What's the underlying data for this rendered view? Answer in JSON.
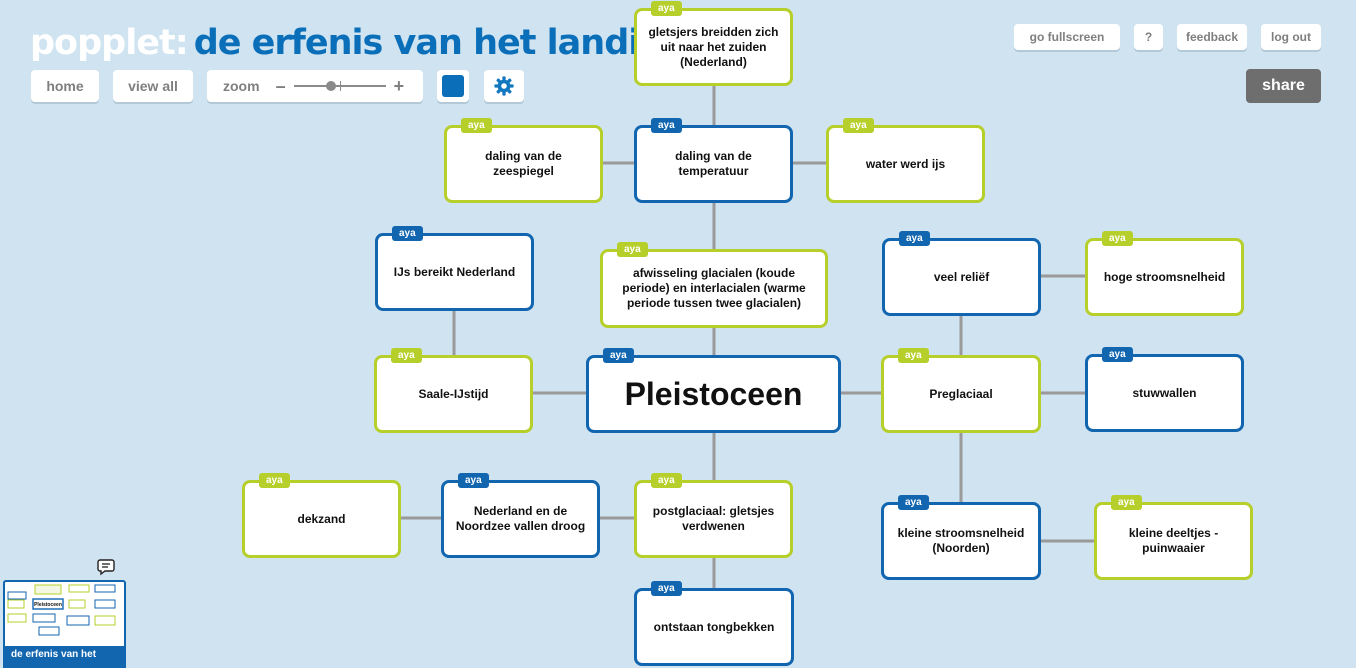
{
  "header": {
    "brand": "popplet",
    "colon": ":",
    "title": "de erfenis van het landijs"
  },
  "toolbar": {
    "home": "home",
    "view_all": "view all",
    "zoom_label": "zoom",
    "zoom_minus": "–",
    "zoom_plus": "+",
    "zoom_level": 0.4,
    "color_value": "#0a6fb8"
  },
  "top_right": {
    "fullscreen": "go fullscreen",
    "help": "?",
    "feedback": "feedback",
    "logout": "log out",
    "share": "share"
  },
  "colors": {
    "background": "#d0e3f1",
    "green": "#b6cf2b",
    "blue": "#1266b0"
  },
  "author": "aya",
  "popples": [
    {
      "id": "gletsjers",
      "text": "gletsjers breidden zich uit naar het zuiden (Nederland)",
      "color": "green"
    },
    {
      "id": "zeespiegel",
      "text": "daling van de zeespiegel",
      "color": "green"
    },
    {
      "id": "temperatuur",
      "text": "daling van de temperatuur",
      "color": "blue"
    },
    {
      "id": "ijs",
      "text": "water werd ijs",
      "color": "green"
    },
    {
      "id": "ijs-bereikt",
      "text": "IJs bereikt Nederland",
      "color": "blue"
    },
    {
      "id": "afwisseling",
      "text": "afwisseling glacialen (koude periode) en interlacialen (warme periode tussen twee glacialen)",
      "color": "green"
    },
    {
      "id": "relief",
      "text": "veel reliëf",
      "color": "blue"
    },
    {
      "id": "hoge",
      "text": "hoge stroomsnelheid",
      "color": "green"
    },
    {
      "id": "saale",
      "text": "Saale-IJstijd",
      "color": "green"
    },
    {
      "id": "pleistoceen",
      "text": "Pleistoceen",
      "color": "blue"
    },
    {
      "id": "preglaciaal",
      "text": "Preglaciaal",
      "color": "green"
    },
    {
      "id": "stuwwallen",
      "text": "stuwwallen",
      "color": "blue"
    },
    {
      "id": "dekzand",
      "text": "dekzand",
      "color": "green"
    },
    {
      "id": "droog",
      "text": "Nederland en de Noordzee vallen droog",
      "color": "blue"
    },
    {
      "id": "postglaciaal",
      "text": "postglaciaal: gletsjes verdwenen",
      "color": "green"
    },
    {
      "id": "kleine-stroom",
      "text": "kleine stroomsnelheid (Noorden)",
      "color": "blue"
    },
    {
      "id": "deeltjes",
      "text": "kleine deeltjes - puinwaaier",
      "color": "green"
    },
    {
      "id": "tongbekken",
      "text": "ontstaan tongbekken",
      "color": "blue"
    }
  ],
  "minimap": {
    "label": "de erfenis van het"
  }
}
